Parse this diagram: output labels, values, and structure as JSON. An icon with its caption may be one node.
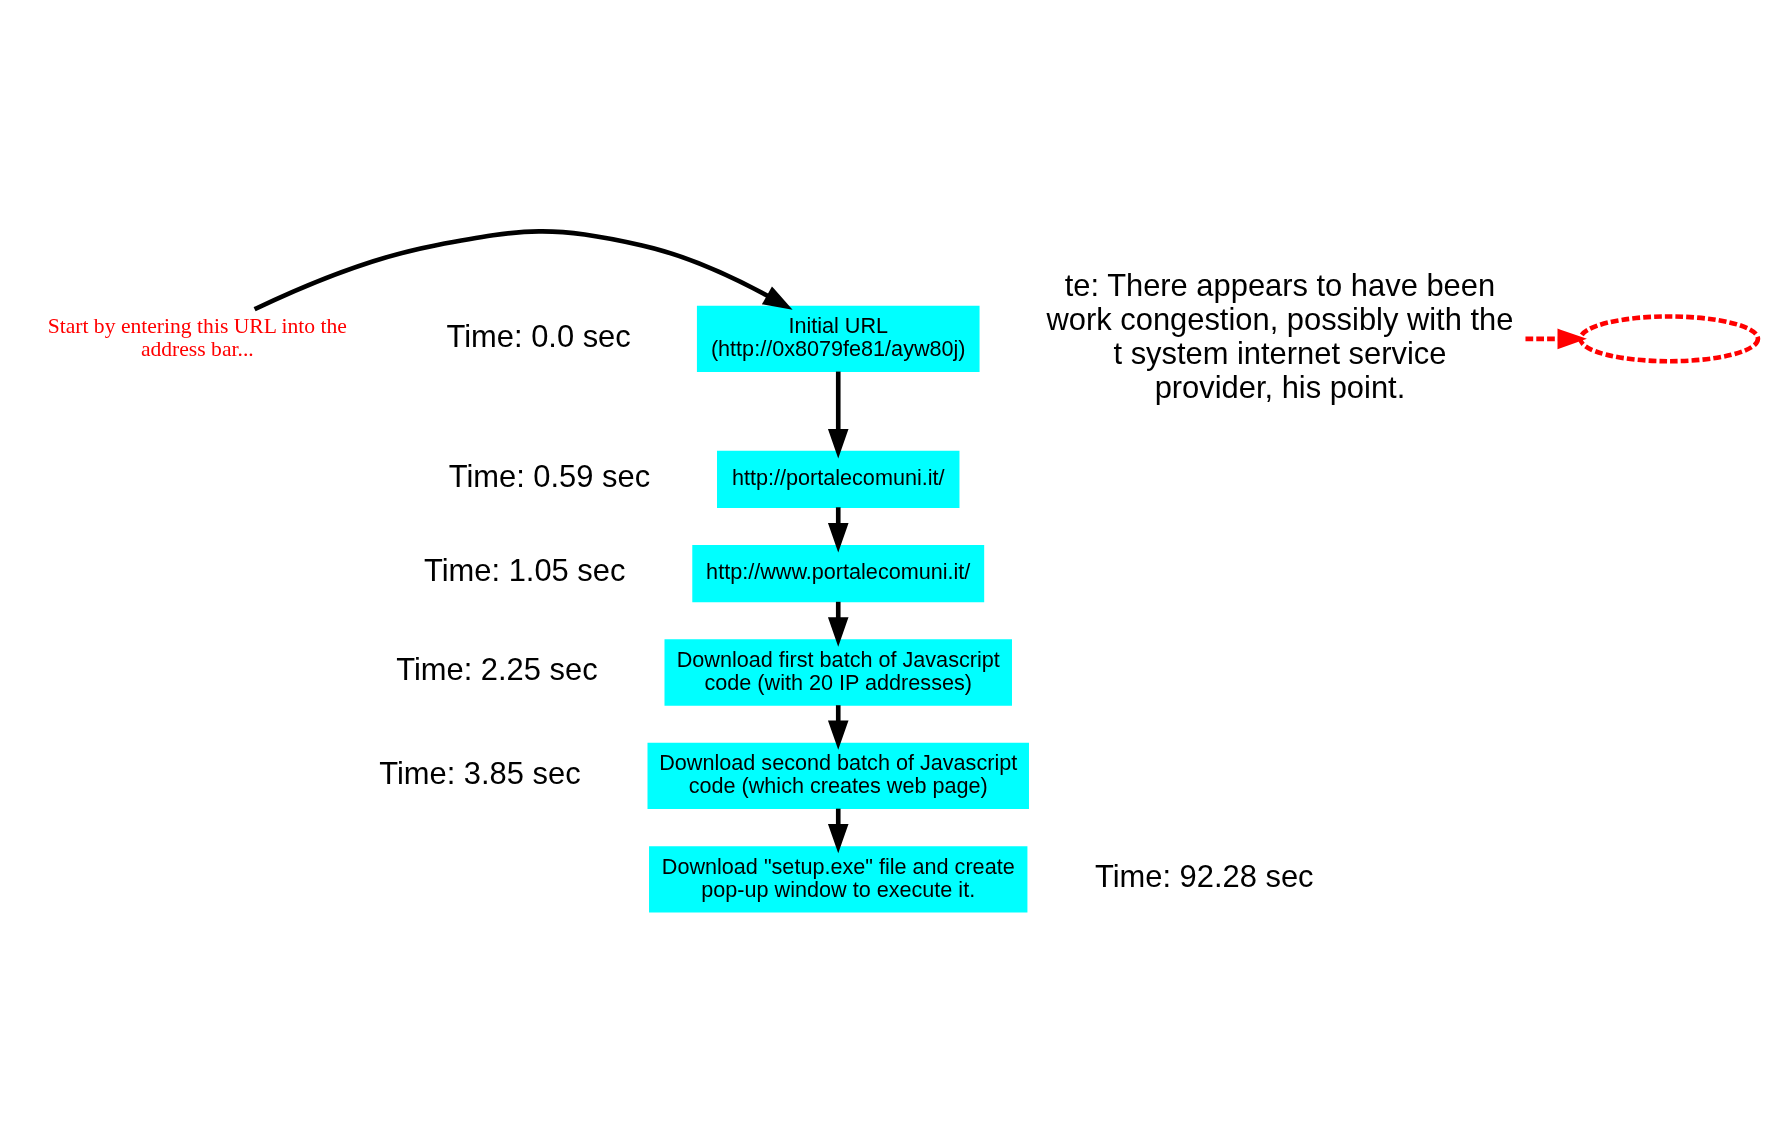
{
  "diagram": {
    "nodes": [
      {
        "text": [
          "Start by entering this URL into the address bar..."
        ]
      },
      {
        "text": [
          "Initial URL (http://0x8079fe81/ayw80j)"
        ],
        "beside": [
          "Time: 0.0 sec"
        ]
      },
      {
        "text": [
          "http://portalecomuni.it/"
        ],
        "beside": [
          "Time: 0.59 sec"
        ]
      },
      {
        "text": [
          "http://www.portalecomuni.it/"
        ],
        "beside": [
          "Time: 1.05 sec"
        ]
      },
      {
        "text": [
          "Download first batch of Javascript code (with 20 IP addresses)"
        ],
        "beside": [
          "Time: 2.25 sec"
        ]
      },
      {
        "text": [
          "Download second batch of Javascript code (which creates web page)"
        ],
        "beside": [
          "Time: 3.85 sec"
        ]
      },
      {
        "text": [],
        "shape": "ellipse"
      },
      {
        "text": [
          "te: There appears to have been work congestion, possibly with the t system internet service provider, his point."
        ]
      },
      {
        "text": [
          "Download \"setup.exe\" file and create pop-up window to execute it."
        ],
        "beside": [
          "Time: 92.28 sec"
        ]
      }
    ],
    "edges": [
      {
        "from": 0,
        "to": 1,
        "arrow": "to"
      },
      {
        "from": 1,
        "to": 2,
        "arrow": "to"
      },
      {
        "from": 2,
        "to": 3,
        "arrow": "to"
      },
      {
        "from": 3,
        "to": 4,
        "arrow": "to"
      },
      {
        "from": 4,
        "to": 5,
        "arrow": "to"
      },
      {
        "from": 5,
        "to": 8,
        "arrow": "to"
      },
      {
        "from": 7,
        "to": 6,
        "arrow": "to",
        "style": "dashed",
        "color": "#ff0000"
      }
    ]
  }
}
